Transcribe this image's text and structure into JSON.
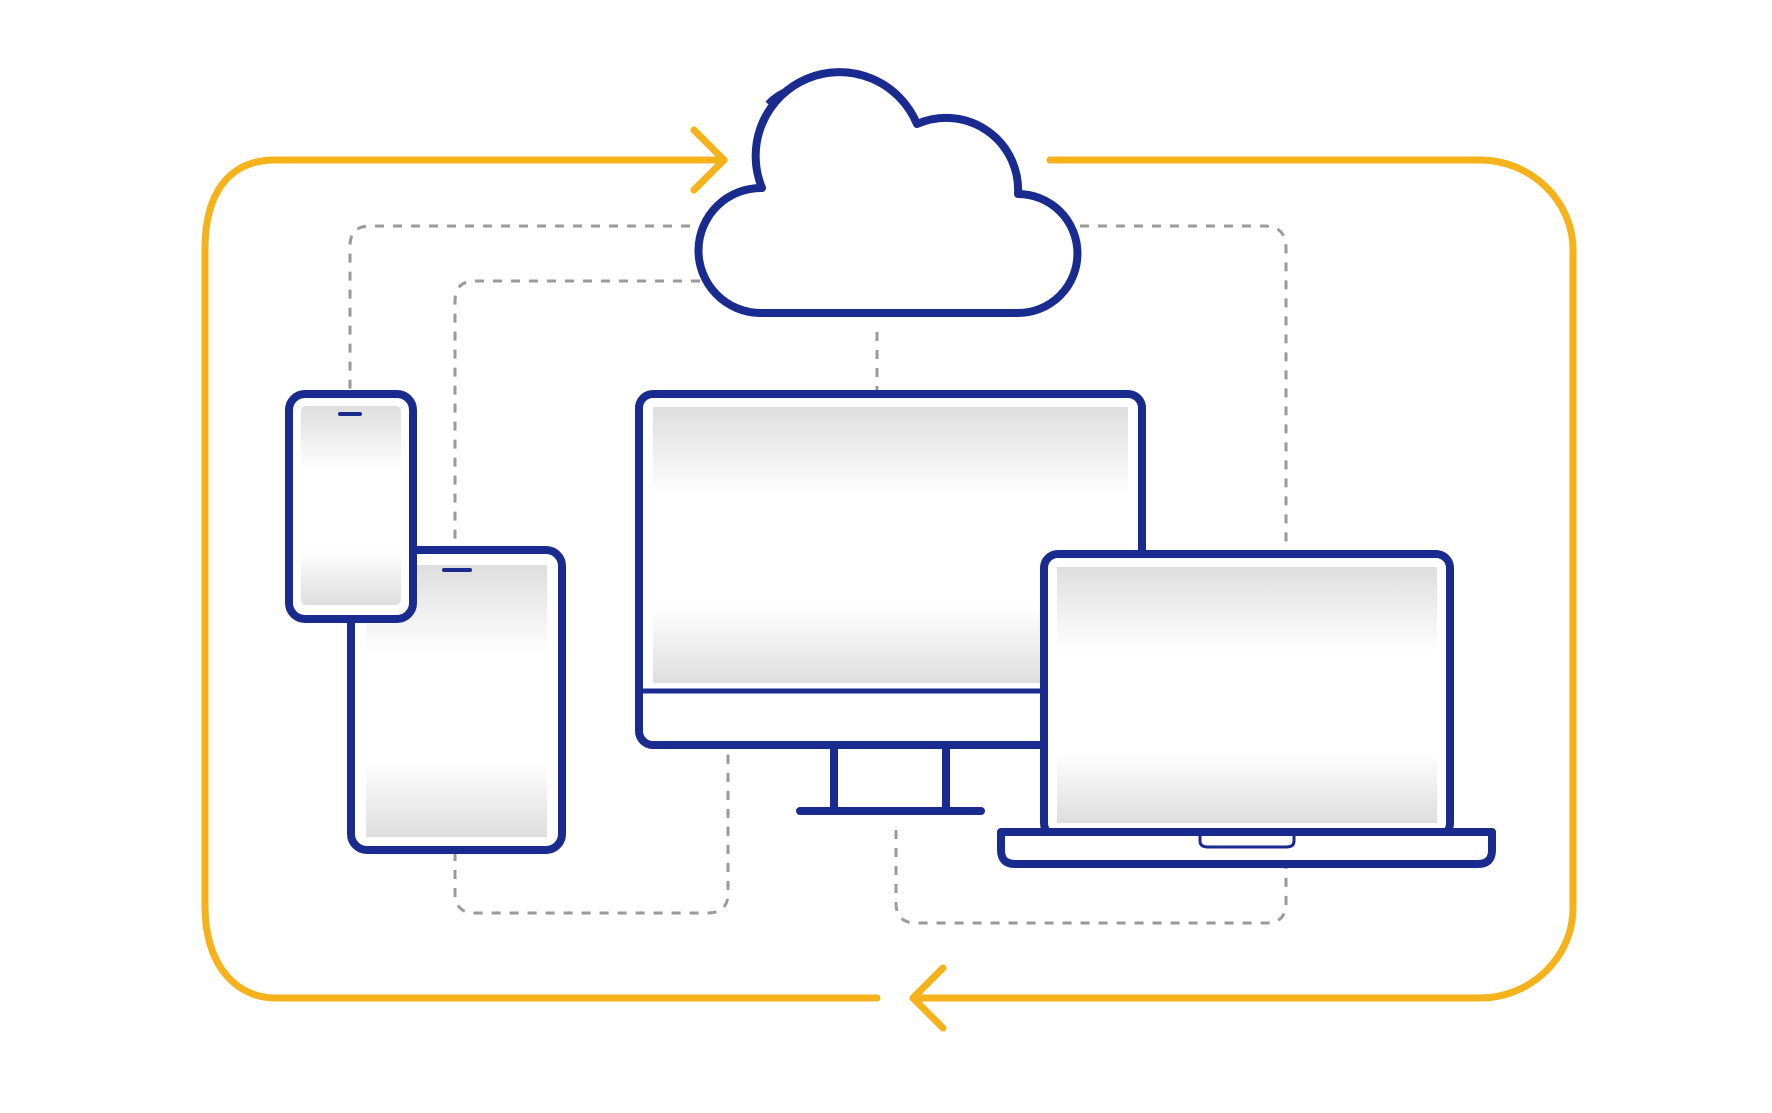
{
  "colors": {
    "background": "#ffffff",
    "device_outline": "#1a2b8f",
    "sync_arrow": "#f5b21b",
    "dashed_link": "#9a9a9a",
    "screen_edge": "#dedede",
    "screen_mid": "#ffffff"
  },
  "diagram": {
    "type": "cloud-sync-illustration",
    "nodes": [
      {
        "id": "cloud",
        "icon": "cloud-icon"
      },
      {
        "id": "phone",
        "icon": "smartphone-icon"
      },
      {
        "id": "tablet",
        "icon": "tablet-icon"
      },
      {
        "id": "desktop",
        "icon": "desktop-monitor-icon"
      },
      {
        "id": "laptop",
        "icon": "laptop-icon"
      }
    ],
    "links": [
      {
        "from": "cloud",
        "to": "phone",
        "style": "dashed"
      },
      {
        "from": "cloud",
        "to": "tablet",
        "style": "dashed"
      },
      {
        "from": "cloud",
        "to": "desktop",
        "style": "dashed"
      },
      {
        "from": "cloud",
        "to": "laptop",
        "style": "dashed"
      },
      {
        "from": "tablet",
        "to": "desktop",
        "style": "dashed"
      },
      {
        "from": "desktop",
        "to": "laptop",
        "style": "dashed"
      }
    ],
    "cycle": {
      "direction": "clockwise-into-cloud",
      "arrows": 2
    }
  }
}
